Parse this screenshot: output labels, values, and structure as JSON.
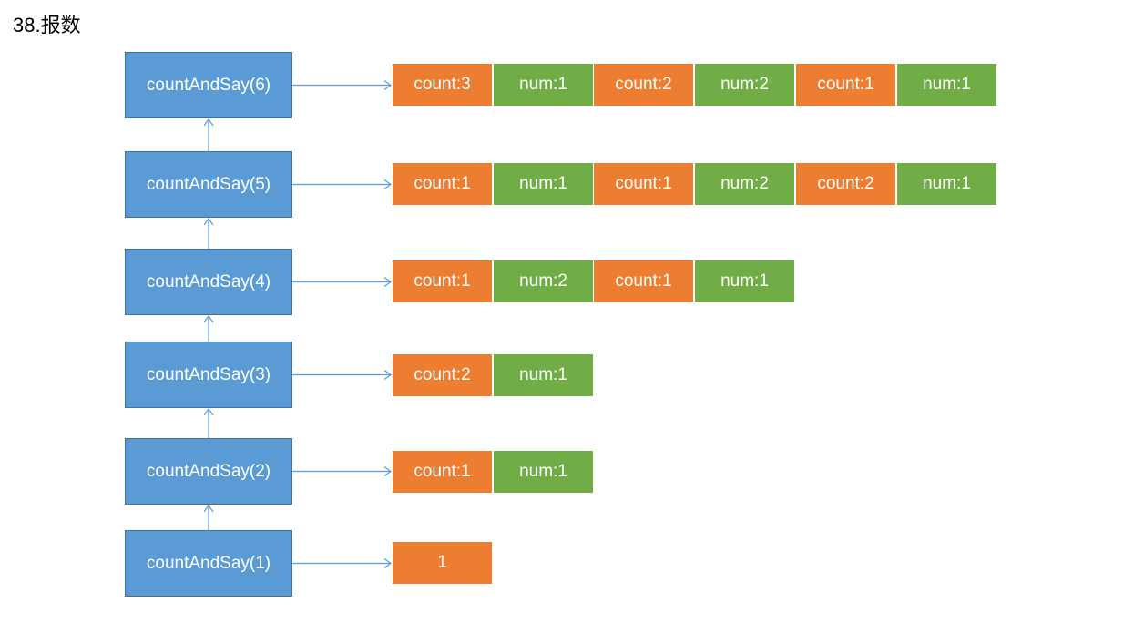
{
  "title": "38.报数",
  "colors": {
    "function_box": "#5b9bd5",
    "count": "#ed7d31",
    "num": "#70ad47",
    "arrow": "#5b9bd5"
  },
  "rows": [
    {
      "label": "countAndSay(6)",
      "cells": [
        {
          "kind": "count",
          "text": "count:3"
        },
        {
          "kind": "num",
          "text": "num:1"
        },
        {
          "kind": "count",
          "text": "count:2"
        },
        {
          "kind": "num",
          "text": "num:2"
        },
        {
          "kind": "count",
          "text": "count:1"
        },
        {
          "kind": "num",
          "text": "num:1"
        }
      ]
    },
    {
      "label": "countAndSay(5)",
      "cells": [
        {
          "kind": "count",
          "text": "count:1"
        },
        {
          "kind": "num",
          "text": "num:1"
        },
        {
          "kind": "count",
          "text": "count:1"
        },
        {
          "kind": "num",
          "text": "num:2"
        },
        {
          "kind": "count",
          "text": "count:2"
        },
        {
          "kind": "num",
          "text": "num:1"
        }
      ]
    },
    {
      "label": "countAndSay(4)",
      "cells": [
        {
          "kind": "count",
          "text": "count:1"
        },
        {
          "kind": "num",
          "text": "num:2"
        },
        {
          "kind": "count",
          "text": "count:1"
        },
        {
          "kind": "num",
          "text": "num:1"
        }
      ]
    },
    {
      "label": "countAndSay(3)",
      "cells": [
        {
          "kind": "count",
          "text": "count:2"
        },
        {
          "kind": "num",
          "text": "num:1"
        }
      ]
    },
    {
      "label": "countAndSay(2)",
      "cells": [
        {
          "kind": "count",
          "text": "count:1"
        },
        {
          "kind": "num",
          "text": "num:1"
        }
      ]
    },
    {
      "label": "countAndSay(1)",
      "cells": [
        {
          "kind": "digit",
          "text": "1"
        }
      ]
    }
  ]
}
